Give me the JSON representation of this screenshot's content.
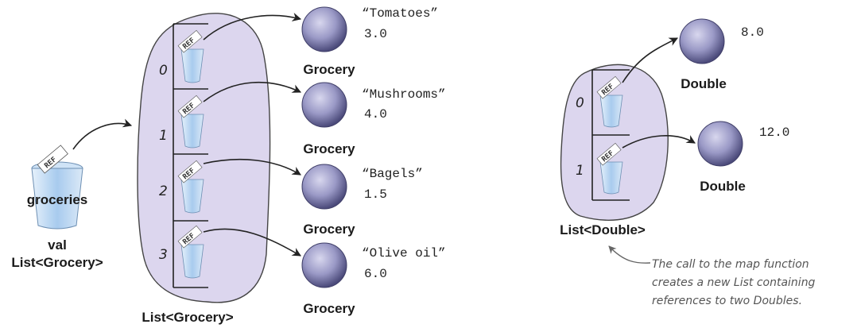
{
  "groceries_var": {
    "ref_label": "REF",
    "name": "groceries",
    "kind": "val",
    "type": "List<Grocery>"
  },
  "grocery_list": {
    "type_label": "List<Grocery>",
    "indices": [
      "0",
      "1",
      "2",
      "3"
    ],
    "slot_ref_label": "REF"
  },
  "grocery_objects": [
    {
      "name": "“Tomatoes”",
      "price": "3.0",
      "class": "Grocery"
    },
    {
      "name": "“Mushrooms”",
      "price": "4.0",
      "class": "Grocery"
    },
    {
      "name": "“Bagels”",
      "price": "1.5",
      "class": "Grocery"
    },
    {
      "name": "“Olive oil”",
      "price": "6.0",
      "class": "Grocery"
    }
  ],
  "double_list": {
    "type_label": "List<Double>",
    "indices": [
      "0",
      "1"
    ],
    "slot_ref_label": "REF"
  },
  "double_objects": [
    {
      "value": "8.0",
      "class": "Double"
    },
    {
      "value": "12.0",
      "class": "Double"
    }
  ],
  "annotation": {
    "line1": "The call to the map function",
    "line2": "creates a new List containing",
    "line3": "references to two Doubles."
  },
  "colors": {
    "blob_fill": "#dcd6ee",
    "blob_stroke": "#444444",
    "sphere_light": "#c9c8e6",
    "sphere_dark": "#5a5a8c"
  }
}
